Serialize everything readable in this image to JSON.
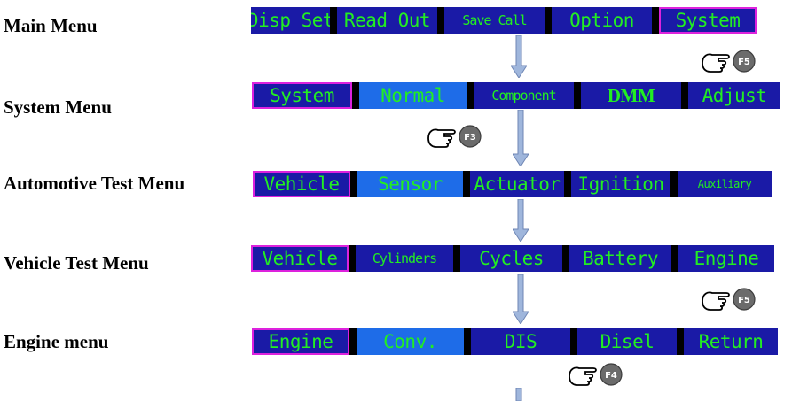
{
  "labels": {
    "main": "Main Menu",
    "system": "System Menu",
    "auto": "Automotive Test Menu",
    "vehicle": "Vehicle Test Menu",
    "engine": "Engine menu"
  },
  "menus": {
    "main": [
      "Disp Set",
      "Read Out",
      "Save Call",
      "Option",
      "System"
    ],
    "system": [
      "System",
      "Normal",
      "Component",
      "DMM",
      "Adjust"
    ],
    "auto": [
      "Vehicle",
      "Sensor",
      "Actuator",
      "Ignition",
      "Auxiliary"
    ],
    "vehicle": [
      "Vehicle",
      "Cylinders",
      "Cycles",
      "Battery",
      "Engine"
    ],
    "engine": [
      "Engine",
      "Conv.",
      "DIS",
      "Disel",
      "Return"
    ]
  },
  "keys": {
    "k1": "F5",
    "k2": "F3",
    "k3": "F5",
    "k4": "F4"
  },
  "colors": {
    "button_bg": "#1a1aa6",
    "button_bg_light": "#1e6ce8",
    "button_text": "#22ee22",
    "selected_border": "#dd22dd",
    "arrow": "#9fb6dc"
  }
}
